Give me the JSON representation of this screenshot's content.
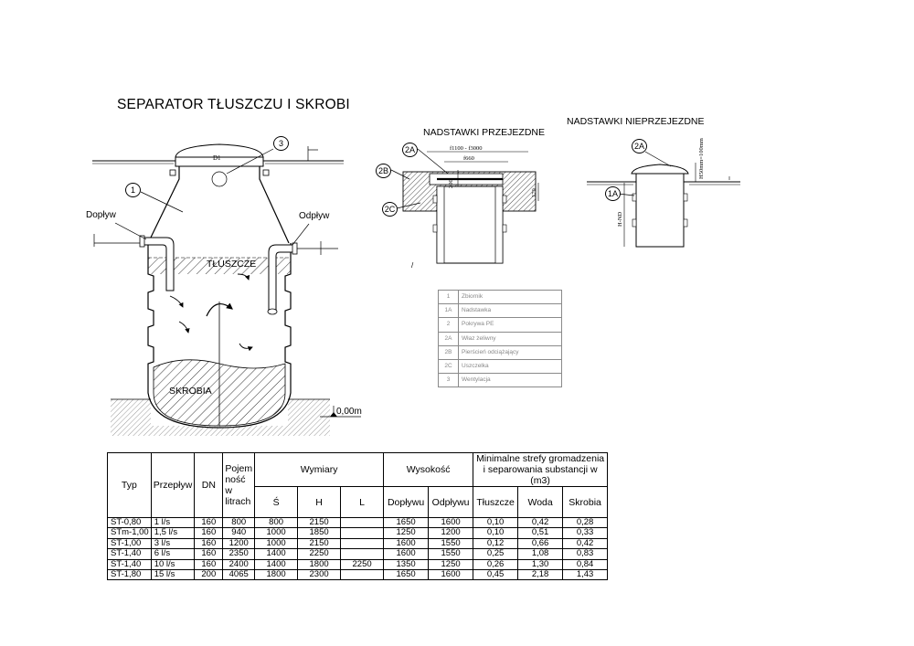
{
  "title": "SEPARATOR TŁUSZCZU I SKROBI",
  "sections": {
    "przejezdne": "NADSTAWKI PRZEJEZDNE",
    "nieprzejezdne": "NADSTAWKI NIEPRZEJEZDNE"
  },
  "main_drawing": {
    "inflow": "Dopływ",
    "outflow": "Odpływ",
    "fat_zone": "TŁUSZCZE",
    "starch_zone": "SKROBIA",
    "level": "0,00m",
    "diameter": "D1",
    "callout_1": "1",
    "callout_3": "3"
  },
  "detail_przejezdne": {
    "callout_2a": "2A",
    "callout_2b": "2B",
    "callout_2c": "2C",
    "dim_outer": "f1100 - f3000",
    "dim_inner": "f660",
    "dim_200": "200",
    "dim_170": "170",
    "mark": "/"
  },
  "detail_nieprzejezdne": {
    "callout_2a": "2A",
    "callout_1a": "1A",
    "dim_h": "H-ND",
    "dim_top": "H50mm=100mm"
  },
  "legend": [
    {
      "key": "1",
      "value": "Zbiornik"
    },
    {
      "key": "1A",
      "value": "Nadstawka"
    },
    {
      "key": "2",
      "value": "Pokrywa PE"
    },
    {
      "key": "2A",
      "value": "Właz żeliwny"
    },
    {
      "key": "2B",
      "value": "Pierścień odciążający"
    },
    {
      "key": "2C",
      "value": "Uszczelka"
    },
    {
      "key": "3",
      "value": "Wentylacja"
    }
  ],
  "table": {
    "headers": {
      "typ": "Typ",
      "przeplyw": "Przepływ",
      "dn": "DN",
      "pojemnosc": "Pojem ność w litrach",
      "wymiary": "Wymiary",
      "wysokosc": "Wysokość",
      "strefy": "Minimalne strefy gromadzenia i separowania substancji w (m3)",
      "s": "Ś",
      "h": "H",
      "l": "L",
      "doplywu": "Dopływu",
      "odplywu": "Odpływu",
      "tluszcze": "Tłuszcze",
      "woda": "Woda",
      "skrobia": "Skrobia"
    },
    "rows": [
      [
        "ST-0,80",
        "1 l/s",
        "160",
        "800",
        "800",
        "2150",
        "",
        "1650",
        "1600",
        "0,10",
        "0,42",
        "0,28"
      ],
      [
        "STm-1,00",
        "1,5 l/s",
        "160",
        "940",
        "1000",
        "1850",
        "",
        "1250",
        "1200",
        "0,10",
        "0,51",
        "0,33"
      ],
      [
        "ST-1,00",
        "3 l/s",
        "160",
        "1200",
        "1000",
        "2150",
        "",
        "1600",
        "1550",
        "0,12",
        "0,66",
        "0,42"
      ],
      [
        "ST-1,40",
        "6 l/s",
        "160",
        "2350",
        "1400",
        "2250",
        "",
        "1600",
        "1550",
        "0,25",
        "1,08",
        "0,83"
      ],
      [
        "ST-1,40",
        "10 l/s",
        "160",
        "2400",
        "1400",
        "1800",
        "2250",
        "1350",
        "1250",
        "0,26",
        "1,30",
        "0,84"
      ],
      [
        "ST-1,80",
        "15 l/s",
        "200",
        "4065",
        "1800",
        "2300",
        "",
        "1650",
        "1600",
        "0,45",
        "2,18",
        "1,43"
      ]
    ]
  }
}
